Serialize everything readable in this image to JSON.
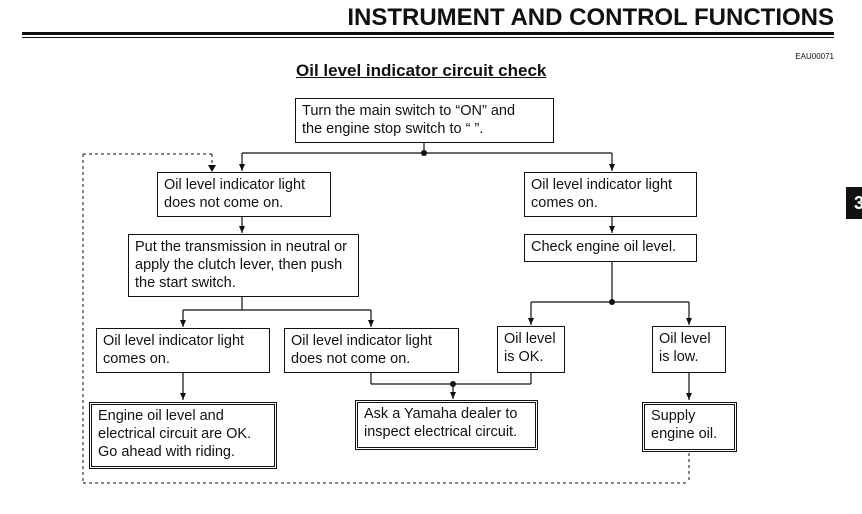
{
  "header": {
    "title": "INSTRUMENT AND CONTROL FUNCTIONS",
    "code": "EAU00071",
    "tab": "3"
  },
  "section_title": "Oil level indicator circuit check",
  "flow": {
    "start": "Turn the main switch to “ON” and\nthe engine stop switch to “ ”.",
    "light_off": "Oil level indicator light\ndoes not come on.",
    "light_on": "Oil level indicator light\ncomes on.",
    "neutral": "Put the transmission in neutral or\napply the clutch lever, then push\nthe start switch.",
    "check_oil": "Check engine oil level.",
    "after_on": "Oil level indicator light\ncomes on.",
    "after_off": "Oil level indicator light\ndoes not come on.",
    "oil_ok": "Oil level\nis OK.",
    "oil_low": "Oil level\nis low.",
    "ride": "Engine oil level and\nelectrical circuit are OK.\nGo ahead with riding.",
    "dealer": "Ask a Yamaha dealer to\ninspect electrical circuit.",
    "supply": "Supply\nengine oil."
  }
}
